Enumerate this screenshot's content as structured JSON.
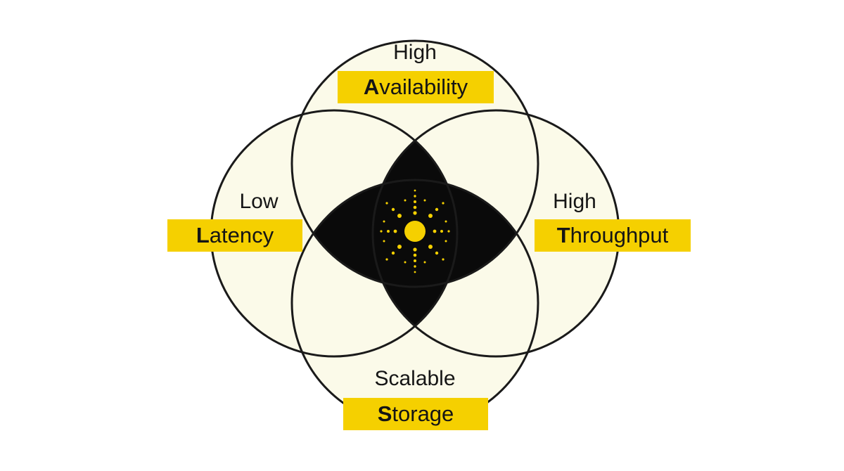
{
  "colors": {
    "circle_fill": "#fbfae9",
    "circle_stroke": "#1a1a1a",
    "center_fill": "#0a0a0a",
    "accent": "#f5d000",
    "label_box": "#f5d000"
  },
  "center_icon": "dotted-sun-icon",
  "labels": {
    "top": {
      "line1": "High",
      "initial": "A",
      "rest": "vailability"
    },
    "left": {
      "line1": "Low",
      "initial": "L",
      "rest": "atency"
    },
    "right": {
      "line1": "High",
      "initial": "T",
      "rest": "hroughput"
    },
    "bottom": {
      "line1": "Scalable",
      "initial": "S",
      "rest": "torage"
    }
  }
}
